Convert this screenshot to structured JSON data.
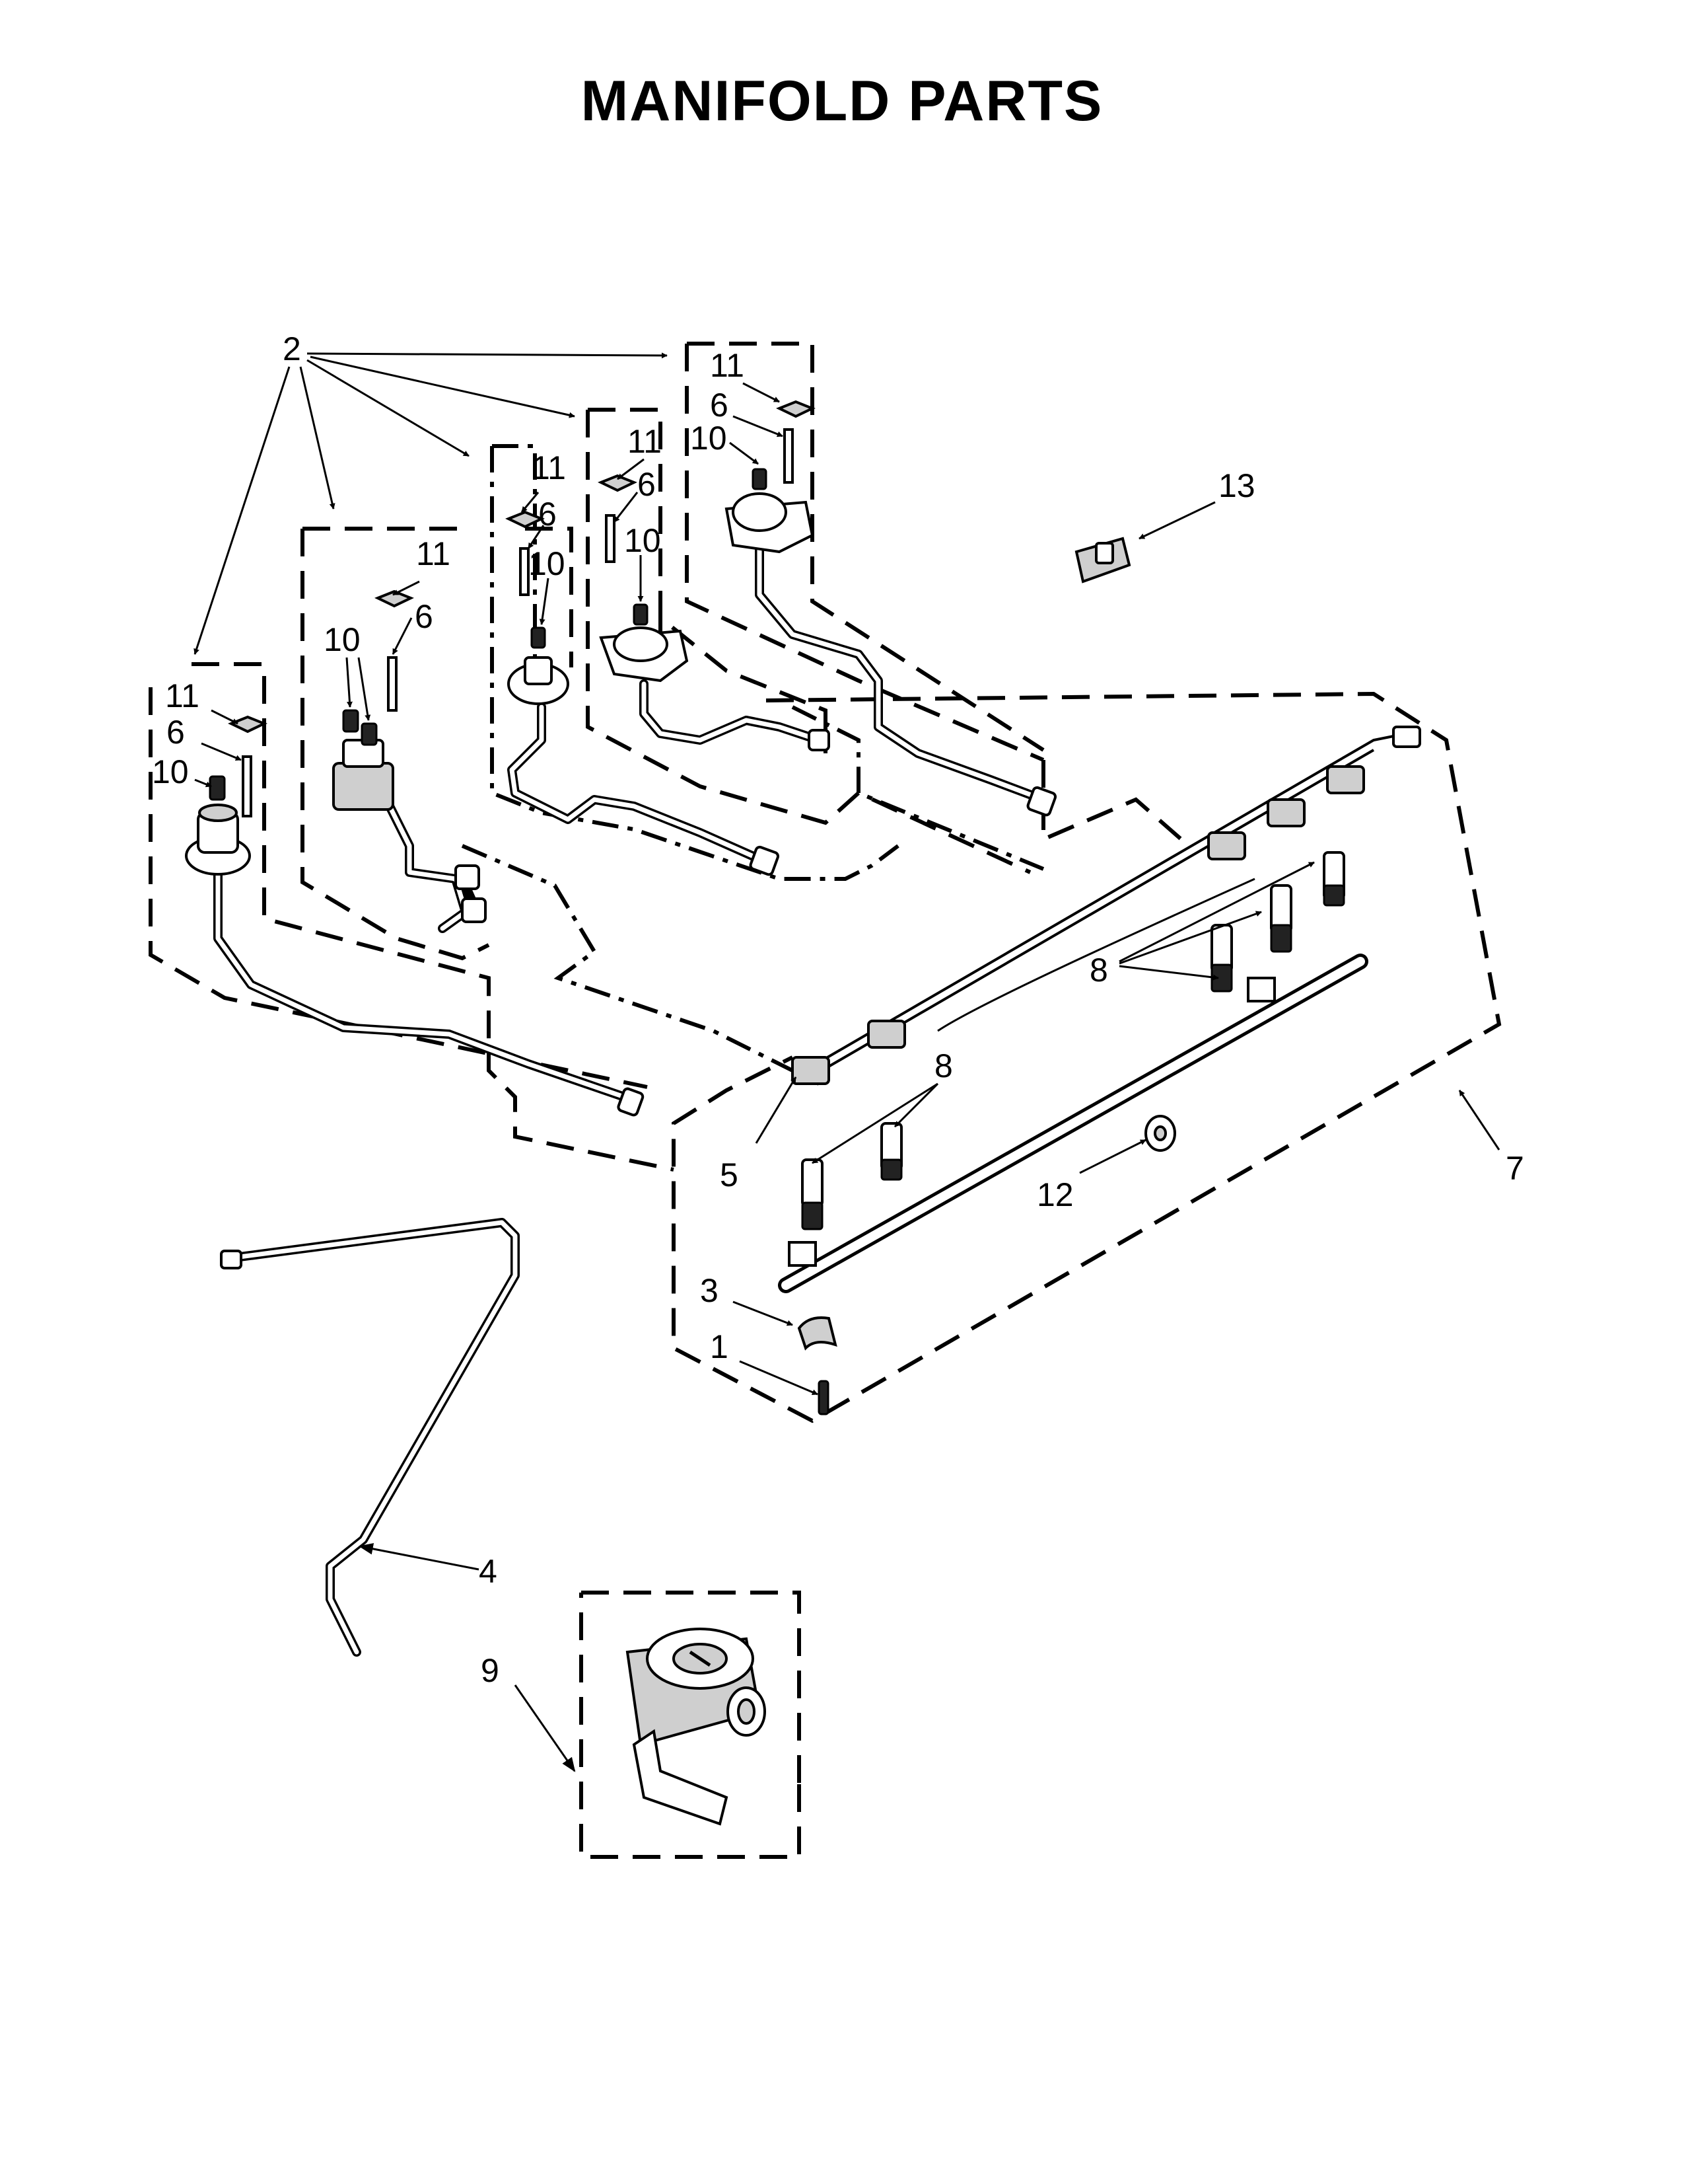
{
  "title": "MANIFOLD PARTS",
  "callouts": {
    "c1": "1",
    "c2": "2",
    "c3": "3",
    "c4": "4",
    "c5": "5",
    "c6": "6",
    "c7": "7",
    "c8": "8",
    "c9": "9",
    "c10": "10",
    "c11": "11",
    "c12": "12",
    "c13": "13"
  },
  "colors": {
    "ink": "#000000",
    "paper": "#ffffff"
  }
}
